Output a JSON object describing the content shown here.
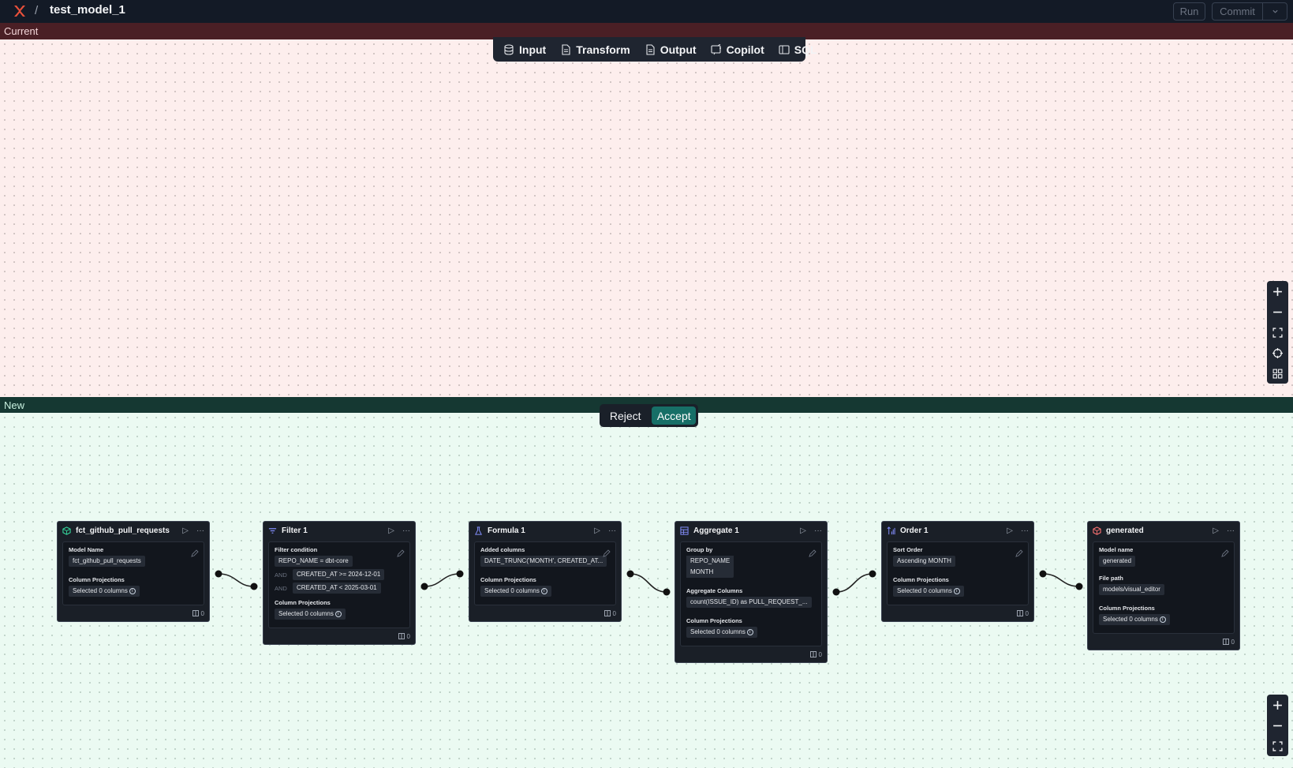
{
  "header": {
    "separator": "/",
    "model_title": "test_model_1",
    "run_label": "Run",
    "commit_label": "Commit"
  },
  "panels": {
    "current_label": "Current",
    "new_label": "New"
  },
  "toolbar": {
    "input": "Input",
    "transform": "Transform",
    "output": "Output",
    "copilot": "Copilot",
    "sql": "SQL"
  },
  "decision": {
    "reject": "Reject",
    "accept": "Accept"
  },
  "colors": {
    "brand_logo": "#e8503a",
    "accept_bg": "#176f67",
    "current_band": "#4a1f25",
    "new_band": "#153832"
  },
  "nodes": [
    {
      "title": "fct_github_pull_requests",
      "icon": "model-icon",
      "icon_color": "#34d399",
      "fields": {
        "model_name_label": "Model Name",
        "model_name": "fct_github_pull_requests",
        "projections_label": "Column Projections",
        "projections": "Selected 0 columns"
      },
      "count": "0"
    },
    {
      "title": "Filter 1",
      "icon": "filter-icon",
      "icon_color": "#818cf8",
      "fields": {
        "condition_label": "Filter condition",
        "condition_1": "REPO_NAME = dbt-core",
        "and_1": "AND",
        "condition_2": "CREATED_AT >= 2024-12-01",
        "and_2": "AND",
        "condition_3": "CREATED_AT < 2025-03-01",
        "projections_label": "Column Projections",
        "projections": "Selected 0 columns"
      },
      "count": "0"
    },
    {
      "title": "Formula 1",
      "icon": "flask-icon",
      "icon_color": "#818cf8",
      "fields": {
        "added_label": "Added columns",
        "added": "DATE_TRUNC('MONTH', CREATED_AT...",
        "projections_label": "Column Projections",
        "projections": "Selected 0 columns"
      },
      "count": "0"
    },
    {
      "title": "Aggregate 1",
      "icon": "table-icon",
      "icon_color": "#818cf8",
      "fields": {
        "group_label": "Group by",
        "group_1": "REPO_NAME",
        "group_2": "MONTH",
        "agg_label": "Aggregate Columns",
        "agg": "count(ISSUE_ID) as PULL_REQUEST_...",
        "projections_label": "Column Projections",
        "projections": "Selected 0 columns"
      },
      "count": "0"
    },
    {
      "title": "Order 1",
      "icon": "sort-icon",
      "icon_color": "#818cf8",
      "fields": {
        "sort_label": "Sort Order",
        "sort": "Ascending MONTH",
        "projections_label": "Column Projections",
        "projections": "Selected 0 columns"
      },
      "count": "0"
    },
    {
      "title": "generated",
      "icon": "cube-icon",
      "icon_color": "#f87171",
      "fields": {
        "model_name_label": "Model name",
        "model_name": "generated",
        "path_label": "File path",
        "path": "models/visual_editor",
        "projections_label": "Column Projections",
        "projections": "Selected 0 columns"
      },
      "count": "0"
    }
  ]
}
